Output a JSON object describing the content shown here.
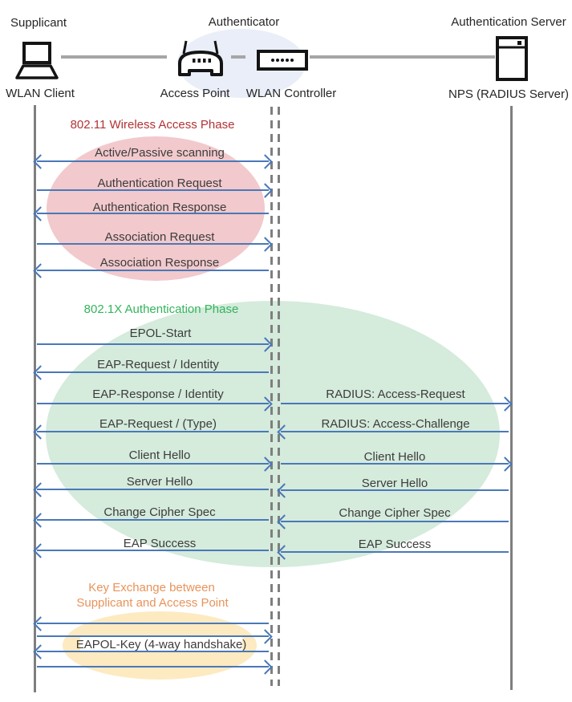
{
  "colors": {
    "arrow_blue": "#4a78b8",
    "lifeline_gray": "#7f7f7f",
    "connector_gray": "#a6a6a6",
    "phase1_title": "#b23335",
    "phase1_ellipse": "#f2c9cc",
    "phase2_title": "#33b45c",
    "phase2_ellipse": "#d5ebdc",
    "phase3_title": "#e8935a",
    "phase3_ellipse": "#fdeac1",
    "authenticator_ellipse": "#eaeef8"
  },
  "actors": {
    "supplicant": {
      "role": "Supplicant",
      "node": "WLAN Client",
      "icon": "laptop-icon"
    },
    "authenticator": {
      "role": "Authenticator",
      "node_left": "Access Point",
      "node_right": "WLAN Controller",
      "icon_left": "access-point-icon",
      "icon_right": "wlan-controller-icon"
    },
    "auth_server": {
      "role": "Authentication Server",
      "node": "NPS (RADIUS Server)",
      "icon": "server-icon"
    }
  },
  "phases": {
    "wireless_access": {
      "title": "802.11 Wireless Access Phase"
    },
    "authentication": {
      "title": "802.1X Authentication Phase"
    },
    "key_exchange": {
      "title_line1": "Key Exchange between",
      "title_line2": "Supplicant and Access Point"
    }
  },
  "messages": {
    "scanning": {
      "label": "Active/Passive scanning",
      "direction": "bidirectional",
      "segment": "supplicant-authenticator"
    },
    "auth_request": {
      "label": "Authentication Request",
      "direction": "right",
      "segment": "supplicant-authenticator"
    },
    "auth_response": {
      "label": "Authentication Response",
      "direction": "left",
      "segment": "supplicant-authenticator"
    },
    "assoc_request": {
      "label": "Association Request",
      "direction": "right",
      "segment": "supplicant-authenticator"
    },
    "assoc_response": {
      "label": "Association Response",
      "direction": "left",
      "segment": "supplicant-authenticator"
    },
    "epol_start": {
      "label": "EPOL-Start",
      "direction": "right",
      "segment": "supplicant-authenticator"
    },
    "eap_request_identity": {
      "label": "EAP-Request / Identity",
      "direction": "left",
      "segment": "supplicant-authenticator"
    },
    "eap_response_identity": {
      "label": "EAP-Response / Identity",
      "direction": "right",
      "segment": "supplicant-authenticator"
    },
    "radius_access_request": {
      "label": "RADIUS: Access-Request",
      "direction": "right",
      "segment": "authenticator-server"
    },
    "eap_request_type": {
      "label": "EAP-Request / (Type)",
      "direction": "left",
      "segment": "supplicant-authenticator"
    },
    "radius_access_challenge": {
      "label": "RADIUS: Access-Challenge",
      "direction": "left",
      "segment": "authenticator-server"
    },
    "client_hello_left": {
      "label": "Client Hello",
      "direction": "right",
      "segment": "supplicant-authenticator"
    },
    "client_hello_right": {
      "label": "Client Hello",
      "direction": "right",
      "segment": "authenticator-server"
    },
    "server_hello_left": {
      "label": "Server Hello",
      "direction": "left",
      "segment": "supplicant-authenticator"
    },
    "server_hello_right": {
      "label": "Server Hello",
      "direction": "left",
      "segment": "authenticator-server"
    },
    "change_cipher_left": {
      "label": "Change Cipher Spec",
      "direction": "left",
      "segment": "supplicant-authenticator"
    },
    "change_cipher_right": {
      "label": "Change Cipher Spec",
      "direction": "left",
      "segment": "authenticator-server"
    },
    "eap_success_left": {
      "label": "EAP Success",
      "direction": "left",
      "segment": "supplicant-authenticator"
    },
    "eap_success_right": {
      "label": "EAP Success",
      "direction": "left",
      "segment": "authenticator-server"
    },
    "eapol_key": {
      "label": "EAPOL-Key (4-way handshake)",
      "direction": "bidirectional",
      "segment": "supplicant-authenticator"
    }
  }
}
